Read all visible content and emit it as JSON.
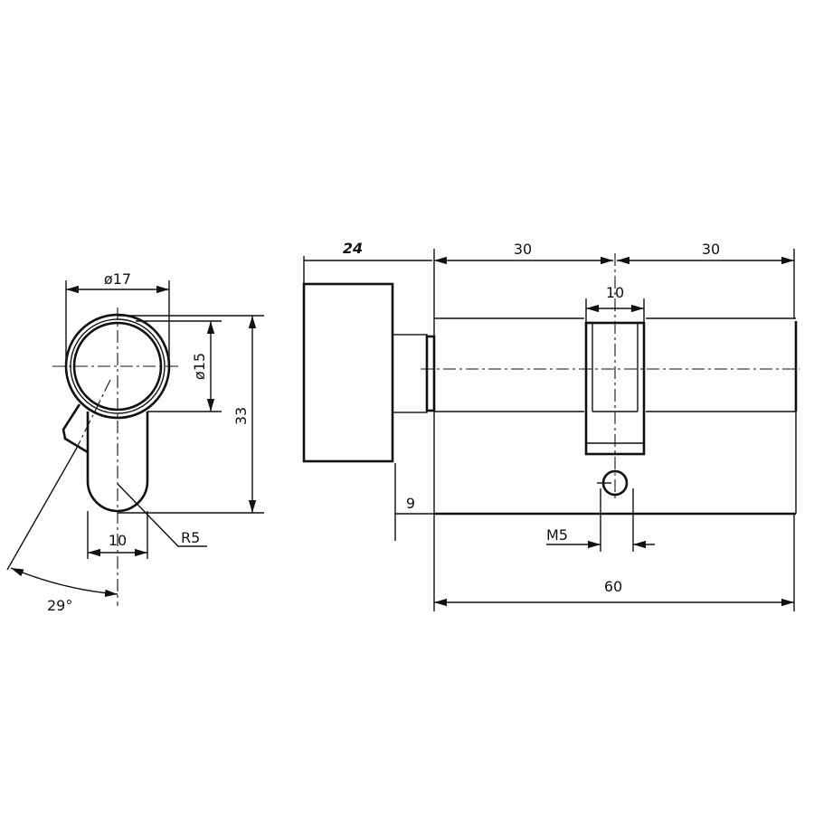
{
  "front_view": {
    "dia_outer": "ø17",
    "dia_inner": "ø15",
    "height": "33",
    "slot_width": "10",
    "radius": "R5",
    "angle": "29°"
  },
  "side_view": {
    "knob": "24",
    "left": "30",
    "right": "30",
    "cam": "10",
    "offset": "9",
    "screw": "M5",
    "total": "60"
  }
}
